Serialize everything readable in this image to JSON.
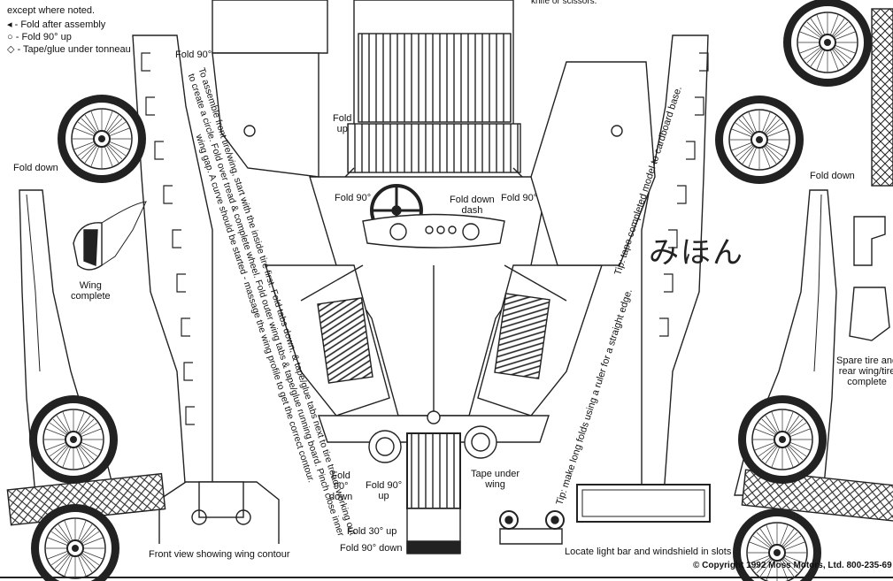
{
  "legend": {
    "intro": "except where noted.",
    "items": [
      {
        "symbol": "◂",
        "text": "- Fold after assembly"
      },
      {
        "symbol": "○",
        "text": "- Fold 90° up"
      },
      {
        "symbol": "◇",
        "text": "- Tape/glue under tonneau"
      }
    ]
  },
  "top_note": "knife or scissors.",
  "labels": {
    "fold_90_topleft": "Fold 90°",
    "fold_down_left": "Fold down",
    "fold_up": "Fold\nup",
    "fold_90_dash_left": "Fold 90°",
    "fold_down_dash": "Fold down\ndash",
    "fold_90_dash_right": "Fold 90°",
    "wing_complete": "Wing\ncomplete",
    "fold_down_right": "Fold down",
    "spare_complete": "Spare tire and\nrear wing/tire\ncomplete",
    "fold_90_down": "Fold\n90°\ndown",
    "fold_90_up": "Fold 90°\nup",
    "tape_under_wing": "Tape under\nwing",
    "fold_30_up": "Fold 30° up",
    "fold_90_down_2": "Fold 90° down",
    "front_view": "Front view showing wing contour",
    "light_bar": "Locate light bar and windshield in slots"
  },
  "instruction_text": "To assemble front tire/wing, start with the inside tire first. Fold tabs down, & tape/glue tabs next to tire tread, working out to create a circle. Fold over tread & complete wheel. Fold outer wing tabs & tape/glue running board. Pinch close inner wing gap. A curve should be started - massage the wing profile to get the correct contour.",
  "tip_cardboard": "Tip: tape completed model to cardboard base.",
  "tip_ruler": "Tip: make long folds using a ruler for a straight edge.",
  "copyright": "© Copyright 1992 Moss Motors, Ltd.  800-235-69",
  "signature": "みほん",
  "colors": {
    "ink": "#111111",
    "paper": "#ffffff"
  }
}
